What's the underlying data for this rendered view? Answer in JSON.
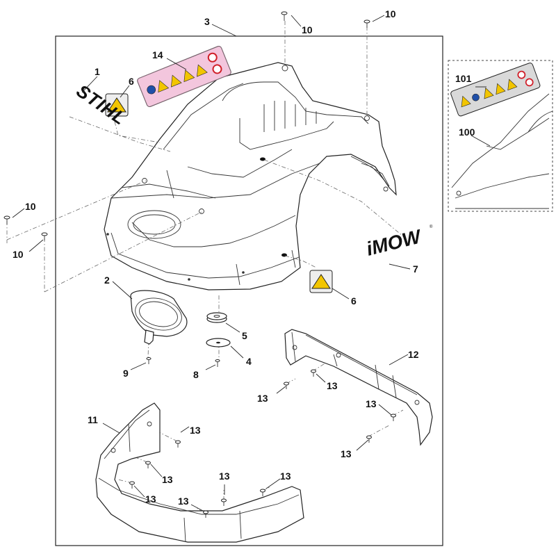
{
  "brands": {
    "stihl": "STIHL",
    "imow": "iMOW",
    "imow_reg": "®"
  },
  "callouts": {
    "n1": "1",
    "n2": "2",
    "n3": "3",
    "n4": "4",
    "n5": "5",
    "n6a": "6",
    "n6b": "6",
    "n7": "7",
    "n8": "8",
    "n9": "9",
    "n10a": "10",
    "n10b": "10",
    "n10c": "10",
    "n10d": "10",
    "n11": "11",
    "n12": "12",
    "n13a": "13",
    "n13b": "13",
    "n13c": "13",
    "n13d": "13",
    "n13e": "13",
    "n13f": "13",
    "n13g": "13",
    "n13h": "13",
    "n13i": "13",
    "n14": "14",
    "n100": "100",
    "n101": "101"
  },
  "colors": {
    "line": "#222222",
    "warning_yellow": "#f2c500",
    "prohibit_red": "#d0202a",
    "mandatory_blue": "#1f4fa8",
    "label_pink": "#f3c6dd",
    "label_gray": "#d9d9d9"
  }
}
